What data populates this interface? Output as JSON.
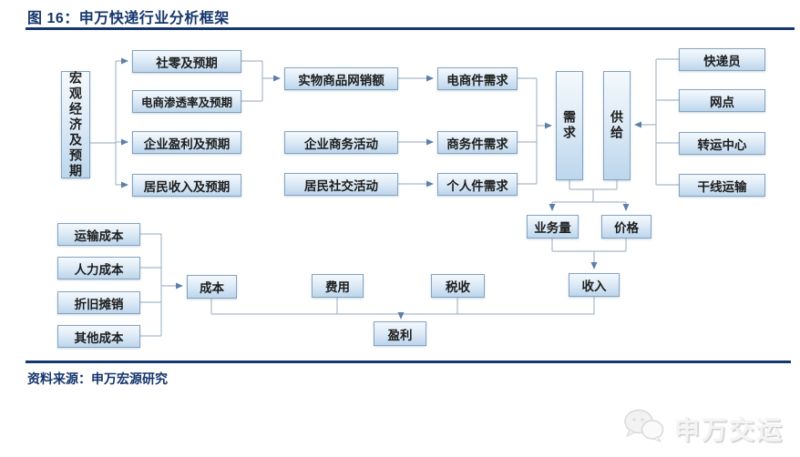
{
  "header": {
    "title": "图 16：申万快递行业分析框架"
  },
  "footer": {
    "source": "资料来源：申万宏源研究",
    "watermark": "申万交运",
    "watermark_icon": "wechat-icon"
  },
  "colors": {
    "accent_navy": "#16366e",
    "box_border": "#87a3c0",
    "box_gradient_top": "#f4f9fd",
    "box_gradient_bottom": "#bcd6ec",
    "connector_line": "#a9b9c9",
    "arrowhead": "#5e80a8"
  },
  "diagram": {
    "nodes": {
      "macro_economy": "宏观经济及预期",
      "social_retail": "社零及预期",
      "ecommerce_penetration": "电商渗透率及预期",
      "corporate_profit": "企业盈利及预期",
      "resident_income": "居民收入及预期",
      "online_goods_sales": "实物商品网销额",
      "business_activity": "企业商务活动",
      "social_activity": "居民社交活动",
      "ecommerce_demand": "电商件需求",
      "business_demand": "商务件需求",
      "personal_demand": "个人件需求",
      "demand": "需求",
      "supply": "供给",
      "courier": "快递员",
      "outlets": "网点",
      "transfer_center": "转运中心",
      "trunk_transport": "干线运输",
      "volume": "业务量",
      "price": "价格",
      "revenue": "收入",
      "transport_cost": "运输成本",
      "labor_cost": "人力成本",
      "depreciation": "折旧摊销",
      "other_cost": "其他成本",
      "cost": "成本",
      "expense": "费用",
      "tax": "税收",
      "profit": "盈利"
    }
  }
}
